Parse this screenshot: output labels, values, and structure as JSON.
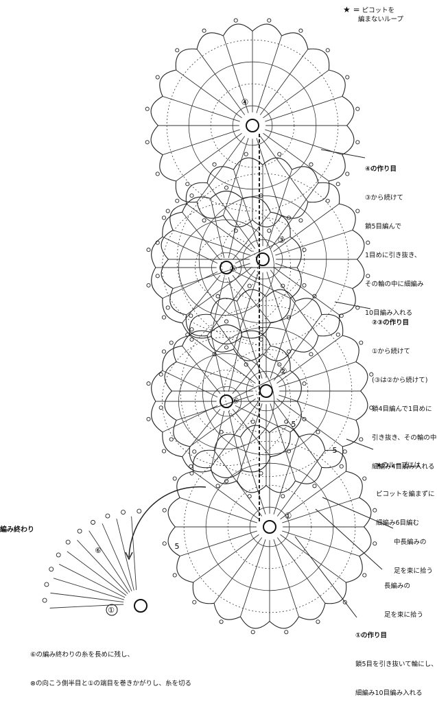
{
  "legend": {
    "symbol": "★ =",
    "line1": "ピコットを",
    "line2": "編まないループ"
  },
  "notes": {
    "motif4": {
      "title": "④の作り目",
      "lines": [
        "③から続けて",
        "鎖5目編んで",
        "1目めに引き抜き、",
        "その輪の中に細編み",
        "10目編み入れる"
      ]
    },
    "motif23": {
      "title": "②③の作り目",
      "lines": [
        "①から続けて",
        "(③は②から続けて)",
        "鎖4目編んで1目めに",
        "引き抜き、その輪の中に",
        "細編み4目編み入れる"
      ]
    },
    "star_loop": {
      "lines": [
        "★のループには",
        "ピコットを編まずに",
        "細編み6目編む"
      ]
    },
    "hdc": {
      "lines": [
        "中長編みの",
        "足を束に拾う"
      ]
    },
    "dc": {
      "lines": [
        "長編みの",
        "足を束に拾う"
      ]
    },
    "motif1": {
      "title": "①の作り目",
      "lines": [
        "鎖5目を引き抜いて輪にし、",
        "細編み10目編み入れる"
      ]
    },
    "finish": {
      "title": "編み終わり",
      "lines": [
        "⑥の編み終わりの糸を長めに残し、",
        "⊗の向こう側半目と①の端目を巻きかがりし、糸を切る"
      ]
    }
  },
  "motif_labels": [
    "①",
    "②",
    "③",
    "④",
    "⑤",
    "⑥"
  ],
  "round_labels": [
    "5",
    "5",
    "5"
  ]
}
